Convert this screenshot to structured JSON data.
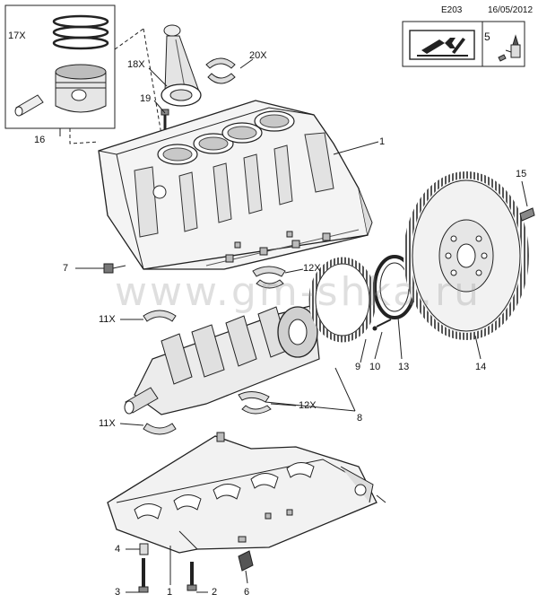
{
  "header": {
    "code": "E203",
    "date": "16/05/2012"
  },
  "watermark": "www.gm-shka.ru",
  "colors": {
    "line": "#222222",
    "shade": "#d8d8d8",
    "dark": "#9a9a9a"
  },
  "icons": [
    "manual-wrench-icon",
    "lubricant-bottle-icon"
  ],
  "legend_box": {
    "number": "5"
  },
  "callouts": {
    "c1_block": "1",
    "c1_bottom": "1",
    "c2": "2",
    "c3": "3",
    "c4": "4",
    "c6": "6",
    "c7": "7",
    "c8": "8",
    "c9": "9",
    "c10": "10",
    "c11x_top": "11X",
    "c11x_bottom": "11X",
    "c12x_top": "12X",
    "c12x_bottom": "12X",
    "c13": "13",
    "c14": "14",
    "c15": "15",
    "c16": "16",
    "c17x": "17X",
    "c18x": "18X",
    "c19": "19",
    "c20x": "20X"
  }
}
